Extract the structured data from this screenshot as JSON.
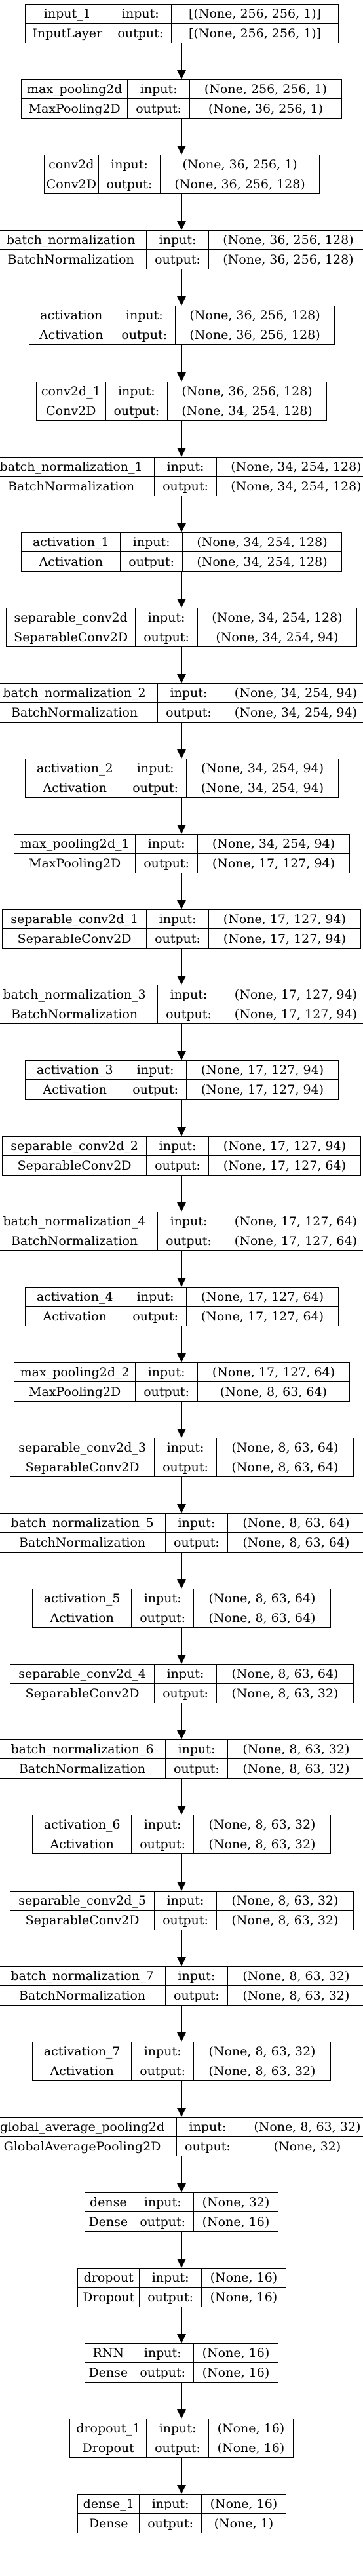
{
  "layers": [
    {
      "name": "input_1",
      "type": "InputLayer",
      "input": "[(None, 256, 256, 1)]",
      "output": "[(None, 256, 256, 1)]"
    },
    {
      "name": "max_pooling2d",
      "type": "MaxPooling2D",
      "input": "(None, 256, 256, 1)",
      "output": "(None, 36, 256, 1)"
    },
    {
      "name": "conv2d",
      "type": "Conv2D",
      "input": "(None, 36, 256, 1)",
      "output": "(None, 36, 256, 128)"
    },
    {
      "name": "batch_normalization",
      "type": "BatchNormalization",
      "input": "(None, 36, 256, 128)",
      "output": "(None, 36, 256, 128)"
    },
    {
      "name": "activation",
      "type": "Activation",
      "input": "(None, 36, 256, 128)",
      "output": "(None, 36, 256, 128)"
    },
    {
      "name": "conv2d_1",
      "type": "Conv2D",
      "input": "(None, 36, 256, 128)",
      "output": "(None, 34, 254, 128)"
    },
    {
      "name": "batch_normalization_1",
      "type": "BatchNormalization",
      "input": "(None, 34, 254, 128)",
      "output": "(None, 34, 254, 128)"
    },
    {
      "name": "activation_1",
      "type": "Activation",
      "input": "(None, 34, 254, 128)",
      "output": "(None, 34, 254, 128)"
    },
    {
      "name": "separable_conv2d",
      "type": "SeparableConv2D",
      "input": "(None, 34, 254, 128)",
      "output": "(None, 34, 254, 94)"
    },
    {
      "name": "batch_normalization_2",
      "type": "BatchNormalization",
      "input": "(None, 34, 254, 94)",
      "output": "(None, 34, 254, 94)"
    },
    {
      "name": "activation_2",
      "type": "Activation",
      "input": "(None, 34, 254, 94)",
      "output": "(None, 34, 254, 94)"
    },
    {
      "name": "max_pooling2d_1",
      "type": "MaxPooling2D",
      "input": "(None, 34, 254, 94)",
      "output": "(None, 17, 127, 94)"
    },
    {
      "name": "separable_conv2d_1",
      "type": "SeparableConv2D",
      "input": "(None, 17, 127, 94)",
      "output": "(None, 17, 127, 94)"
    },
    {
      "name": "batch_normalization_3",
      "type": "BatchNormalization",
      "input": "(None, 17, 127, 94)",
      "output": "(None, 17, 127, 94)"
    },
    {
      "name": "activation_3",
      "type": "Activation",
      "input": "(None, 17, 127, 94)",
      "output": "(None, 17, 127, 94)"
    },
    {
      "name": "separable_conv2d_2",
      "type": "SeparableConv2D",
      "input": "(None, 17, 127, 94)",
      "output": "(None, 17, 127, 64)"
    },
    {
      "name": "batch_normalization_4",
      "type": "BatchNormalization",
      "input": "(None, 17, 127, 64)",
      "output": "(None, 17, 127, 64)"
    },
    {
      "name": "activation_4",
      "type": "Activation",
      "input": "(None, 17, 127, 64)",
      "output": "(None, 17, 127, 64)"
    },
    {
      "name": "max_pooling2d_2",
      "type": "MaxPooling2D",
      "input": "(None, 17, 127, 64)",
      "output": "(None, 8, 63, 64)"
    },
    {
      "name": "separable_conv2d_3",
      "type": "SeparableConv2D",
      "input": "(None, 8, 63, 64)",
      "output": "(None, 8, 63, 64)"
    },
    {
      "name": "batch_normalization_5",
      "type": "BatchNormalization",
      "input": "(None, 8, 63, 64)",
      "output": "(None, 8, 63, 64)"
    },
    {
      "name": "activation_5",
      "type": "Activation",
      "input": "(None, 8, 63, 64)",
      "output": "(None, 8, 63, 64)"
    },
    {
      "name": "separable_conv2d_4",
      "type": "SeparableConv2D",
      "input": "(None, 8, 63, 64)",
      "output": "(None, 8, 63, 32)"
    },
    {
      "name": "batch_normalization_6",
      "type": "BatchNormalization",
      "input": "(None, 8, 63, 32)",
      "output": "(None, 8, 63, 32)"
    },
    {
      "name": "activation_6",
      "type": "Activation",
      "input": "(None, 8, 63, 32)",
      "output": "(None, 8, 63, 32)"
    },
    {
      "name": "separable_conv2d_5",
      "type": "SeparableConv2D",
      "input": "(None, 8, 63, 32)",
      "output": "(None, 8, 63, 32)"
    },
    {
      "name": "batch_normalization_7",
      "type": "BatchNormalization",
      "input": "(None, 8, 63, 32)",
      "output": "(None, 8, 63, 32)"
    },
    {
      "name": "activation_7",
      "type": "Activation",
      "input": "(None, 8, 63, 32)",
      "output": "(None, 8, 63, 32)"
    },
    {
      "name": "global_average_pooling2d",
      "type": "GlobalAveragePooling2D",
      "input": "(None, 8, 63, 32)",
      "output": "(None, 32)"
    },
    {
      "name": "dense",
      "type": "Dense",
      "input": "(None, 32)",
      "output": "(None, 16)"
    },
    {
      "name": "dropout",
      "type": "Dropout",
      "input": "(None, 16)",
      "output": "(None, 16)"
    },
    {
      "name": "RNN",
      "type": "Dense",
      "input": "(None, 16)",
      "output": "(None, 16)"
    },
    {
      "name": "dropout_1",
      "type": "Dropout",
      "input": "(None, 16)",
      "output": "(None, 16)"
    },
    {
      "name": "dense_1",
      "type": "Dense",
      "input": "(None, 16)",
      "output": "(None, 1)"
    }
  ],
  "port_labels": {
    "input": "input:",
    "output": "output:"
  }
}
